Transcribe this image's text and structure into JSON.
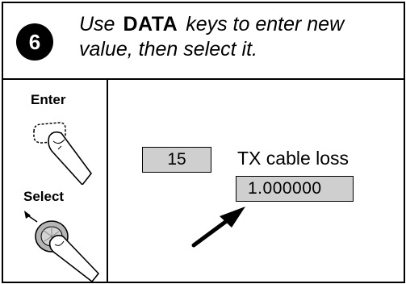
{
  "step": {
    "number": "6",
    "text_before": "Use",
    "keyword": "DATA",
    "text_after": "keys to enter new value, then select it."
  },
  "controls": {
    "enter_label": "Enter",
    "select_label": "Select",
    "enter_icon": "finger-pressing-key-icon",
    "select_icon": "finger-on-knob-icon"
  },
  "display": {
    "channel": "15",
    "parameter": "TX cable loss",
    "value": "1.000000"
  }
}
